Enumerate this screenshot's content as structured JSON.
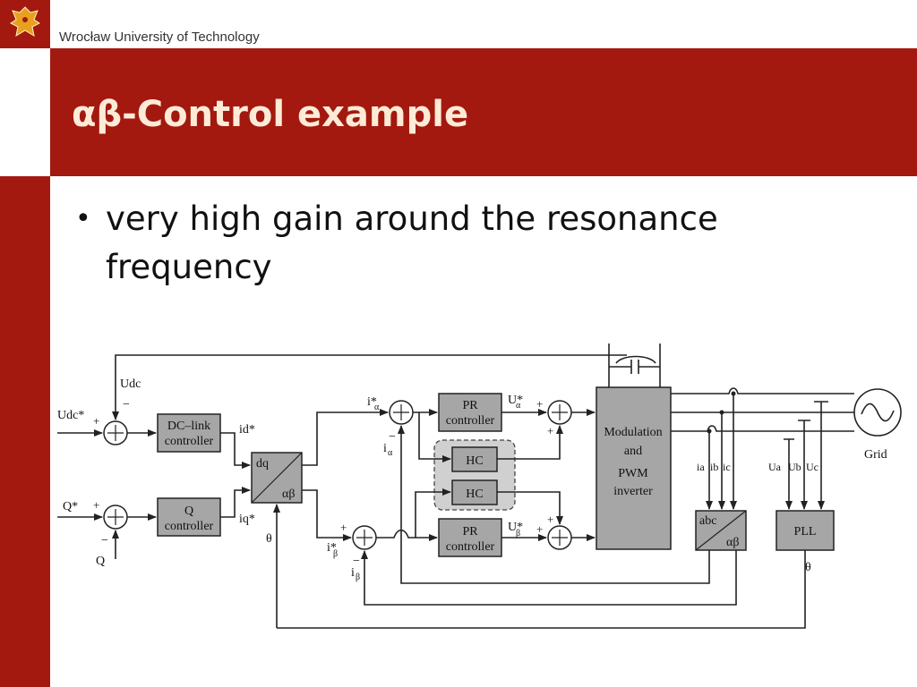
{
  "header": {
    "university": "Wrocław University of Technology",
    "title": "αβ-Control example"
  },
  "bullets": [
    "very high gain around the resonance frequency"
  ],
  "diagram": {
    "blocks": {
      "dc_link_1": "DC–link",
      "dc_link_2": "controller",
      "q_1": "Q",
      "q_2": "controller",
      "dq": "dq",
      "ab": "αβ",
      "pr1_1": "PR",
      "pr1_2": "controller",
      "pr2_1": "PR",
      "pr2_2": "controller",
      "hc1": "HC",
      "hc2": "HC",
      "mod_1": "Modulation",
      "mod_2": "and",
      "mod_3": "PWM",
      "mod_4": "inverter",
      "abc": "abc",
      "abc_ab": "αβ",
      "pll": "PLL"
    },
    "signals": {
      "udc": "Udc",
      "udc_ref": "Udc*",
      "q_ref": "Q*",
      "q": "Q",
      "id_ref": "id*",
      "iq_ref": "iq*",
      "theta_dq": "θ",
      "theta_pll": "θ",
      "i_alpha_ref": "i*",
      "i_alpha_ref_sub": "α",
      "i_alpha": "i",
      "i_alpha_sub": "α",
      "i_beta_ref": "i*",
      "i_beta_ref_sub": "β",
      "i_beta": "i",
      "i_beta_sub": "β",
      "u_alpha": "U*",
      "u_alpha_sub": "α",
      "u_beta": "U*",
      "u_beta_sub": "β",
      "ia": "ia",
      "ib": "ib",
      "ic": "ic",
      "ua": "Ua",
      "ub": "Ub",
      "uc": "Uc",
      "grid": "Grid",
      "plus": "+",
      "minus": "−"
    }
  }
}
